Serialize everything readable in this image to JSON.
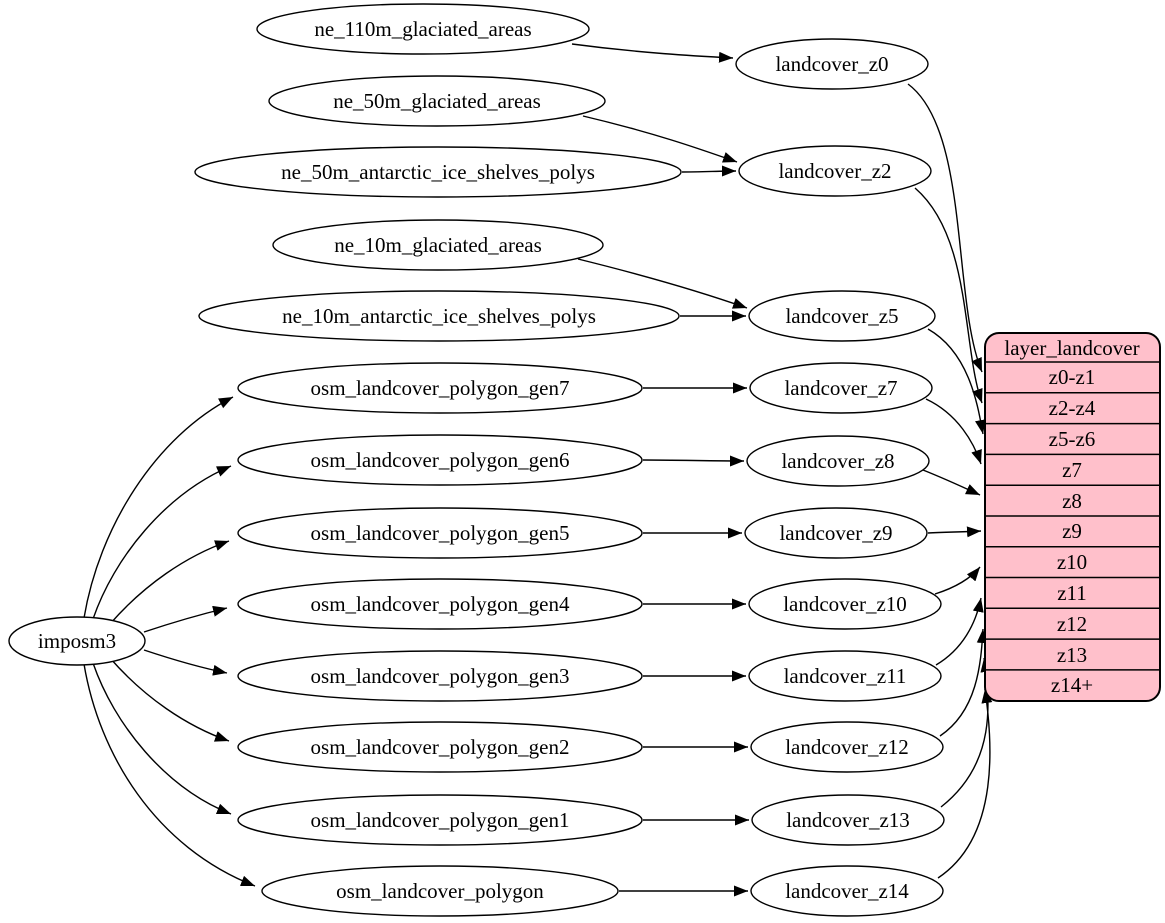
{
  "diagram_type": "graphviz-flow",
  "colors": {
    "background": "#ffffff",
    "node_fill": "#ffffff",
    "node_stroke": "#000000",
    "edge": "#000000",
    "table_fill": "#ffc0cb"
  },
  "nodes": {
    "imposm3": "imposm3",
    "ne_110m_glaciated_areas": "ne_110m_glaciated_areas",
    "ne_50m_glaciated_areas": "ne_50m_glaciated_areas",
    "ne_50m_antarctic_ice_shelves_polys": "ne_50m_antarctic_ice_shelves_polys",
    "ne_10m_glaciated_areas": "ne_10m_glaciated_areas",
    "ne_10m_antarctic_ice_shelves_polys": "ne_10m_antarctic_ice_shelves_polys",
    "osm_landcover_polygon_gen7": "osm_landcover_polygon_gen7",
    "osm_landcover_polygon_gen6": "osm_landcover_polygon_gen6",
    "osm_landcover_polygon_gen5": "osm_landcover_polygon_gen5",
    "osm_landcover_polygon_gen4": "osm_landcover_polygon_gen4",
    "osm_landcover_polygon_gen3": "osm_landcover_polygon_gen3",
    "osm_landcover_polygon_gen2": "osm_landcover_polygon_gen2",
    "osm_landcover_polygon_gen1": "osm_landcover_polygon_gen1",
    "osm_landcover_polygon": "osm_landcover_polygon",
    "landcover_z0": "landcover_z0",
    "landcover_z2": "landcover_z2",
    "landcover_z5": "landcover_z5",
    "landcover_z7": "landcover_z7",
    "landcover_z8": "landcover_z8",
    "landcover_z9": "landcover_z9",
    "landcover_z10": "landcover_z10",
    "landcover_z11": "landcover_z11",
    "landcover_z12": "landcover_z12",
    "landcover_z13": "landcover_z13",
    "landcover_z14": "landcover_z14"
  },
  "table": {
    "title": "layer_landcover",
    "fill": "#ffc0cb",
    "rows": [
      "z0-z1",
      "z2-z4",
      "z5-z6",
      "z7",
      "z8",
      "z9",
      "z10",
      "z11",
      "z12",
      "z13",
      "z14+"
    ]
  },
  "edges": [
    {
      "from": "ne_110m_glaciated_areas",
      "to": "landcover_z0"
    },
    {
      "from": "ne_50m_glaciated_areas",
      "to": "landcover_z2"
    },
    {
      "from": "ne_50m_antarctic_ice_shelves_polys",
      "to": "landcover_z2"
    },
    {
      "from": "ne_10m_glaciated_areas",
      "to": "landcover_z5"
    },
    {
      "from": "ne_10m_antarctic_ice_shelves_polys",
      "to": "landcover_z5"
    },
    {
      "from": "imposm3",
      "to": "osm_landcover_polygon_gen7"
    },
    {
      "from": "imposm3",
      "to": "osm_landcover_polygon_gen6"
    },
    {
      "from": "imposm3",
      "to": "osm_landcover_polygon_gen5"
    },
    {
      "from": "imposm3",
      "to": "osm_landcover_polygon_gen4"
    },
    {
      "from": "imposm3",
      "to": "osm_landcover_polygon_gen3"
    },
    {
      "from": "imposm3",
      "to": "osm_landcover_polygon_gen2"
    },
    {
      "from": "imposm3",
      "to": "osm_landcover_polygon_gen1"
    },
    {
      "from": "imposm3",
      "to": "osm_landcover_polygon"
    },
    {
      "from": "osm_landcover_polygon_gen7",
      "to": "landcover_z7"
    },
    {
      "from": "osm_landcover_polygon_gen6",
      "to": "landcover_z8"
    },
    {
      "from": "osm_landcover_polygon_gen5",
      "to": "landcover_z9"
    },
    {
      "from": "osm_landcover_polygon_gen4",
      "to": "landcover_z10"
    },
    {
      "from": "osm_landcover_polygon_gen3",
      "to": "landcover_z11"
    },
    {
      "from": "osm_landcover_polygon_gen2",
      "to": "landcover_z12"
    },
    {
      "from": "osm_landcover_polygon_gen1",
      "to": "landcover_z13"
    },
    {
      "from": "osm_landcover_polygon",
      "to": "landcover_z14"
    },
    {
      "from": "landcover_z0",
      "to": "layer_landcover:z0-z1"
    },
    {
      "from": "landcover_z2",
      "to": "layer_landcover:z2-z4"
    },
    {
      "from": "landcover_z5",
      "to": "layer_landcover:z5-z6"
    },
    {
      "from": "landcover_z7",
      "to": "layer_landcover:z7"
    },
    {
      "from": "landcover_z8",
      "to": "layer_landcover:z8"
    },
    {
      "from": "landcover_z9",
      "to": "layer_landcover:z9"
    },
    {
      "from": "landcover_z10",
      "to": "layer_landcover:z10"
    },
    {
      "from": "landcover_z11",
      "to": "layer_landcover:z11"
    },
    {
      "from": "landcover_z12",
      "to": "layer_landcover:z12"
    },
    {
      "from": "landcover_z13",
      "to": "layer_landcover:z13"
    },
    {
      "from": "landcover_z14",
      "to": "layer_landcover:z14+"
    }
  ]
}
